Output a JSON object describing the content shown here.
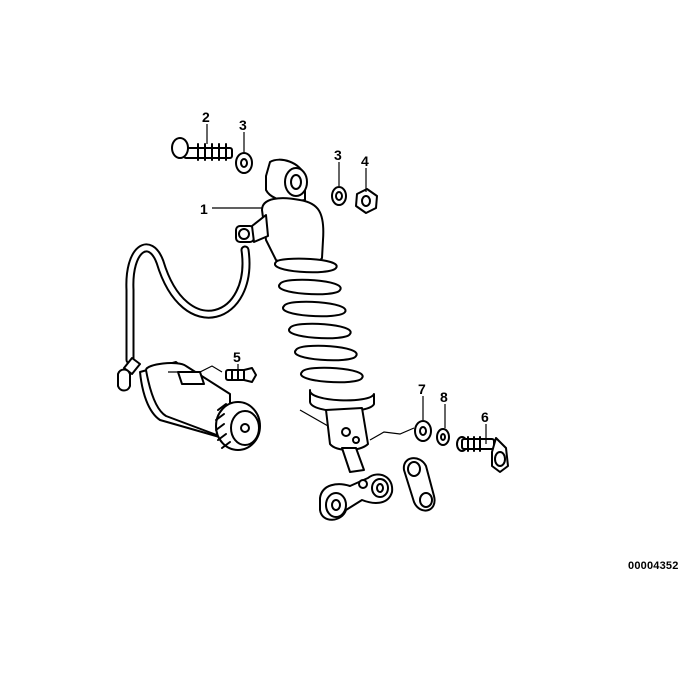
{
  "diagram": {
    "callouts": [
      "1",
      "2",
      "3",
      "3",
      "4",
      "5",
      "6",
      "7",
      "8"
    ],
    "reference_number": "00004352"
  }
}
